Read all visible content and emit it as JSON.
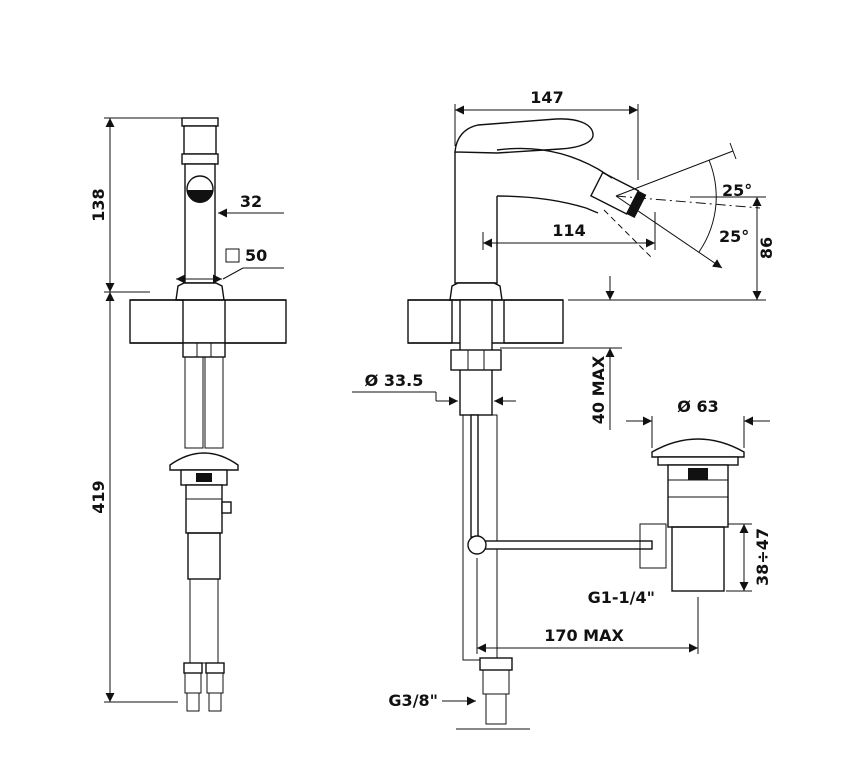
{
  "dim_labels": {
    "h138": "138",
    "w32": "32",
    "sq50": "50",
    "h419": "419",
    "w147": "147",
    "w114": "114",
    "angle_upper": "25°",
    "angle_lower": "25°",
    "h86": "86",
    "d33_5": "Ø 33.5",
    "deck40": "40 MAX",
    "d63": "Ø 63",
    "h38_47": "38÷47",
    "thread_waste": "G1-1/4\"",
    "w170": "170 MAX",
    "thread_supply": "G3/8\""
  }
}
